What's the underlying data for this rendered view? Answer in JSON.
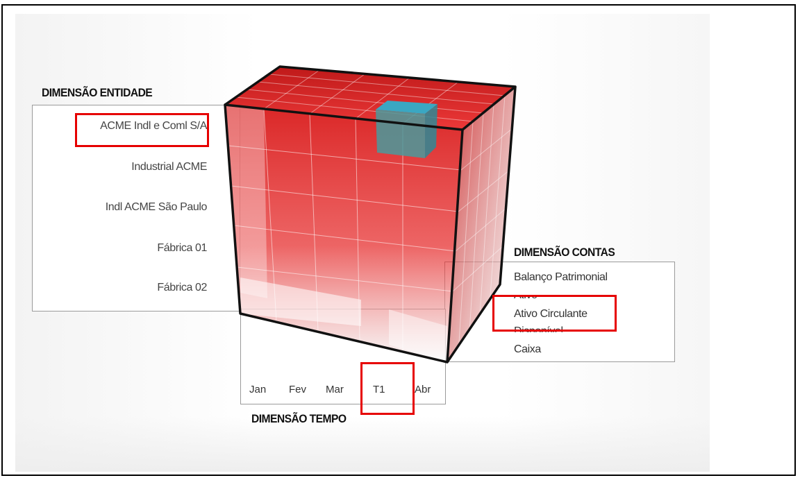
{
  "dimensions": {
    "entity": {
      "title": "DIMENSÃO ENTIDADE",
      "items": [
        "ACME Indl e Coml S/A",
        "Industrial ACME",
        "Indl ACME São Paulo",
        "Fábrica 01",
        "Fábrica 02"
      ],
      "highlighted": "ACME Indl e Coml S/A"
    },
    "accounts": {
      "title": "DIMENSÃO CONTAS",
      "items": [
        "Balanço Patrimonial",
        "Ativo",
        "Ativo Circulante",
        "Disponível",
        "Caixa"
      ],
      "highlighted": "Ativo Circulante"
    },
    "time": {
      "title": "DIMENSÃO TEMPO",
      "items": [
        "Jan",
        "Fev",
        "Mar",
        "T1",
        "Abr"
      ],
      "highlighted": "T1"
    }
  },
  "cube": {
    "cell_color": "#e01010",
    "selected_cell_color": "#2aa7bd",
    "highlight_color": "#e60000"
  }
}
